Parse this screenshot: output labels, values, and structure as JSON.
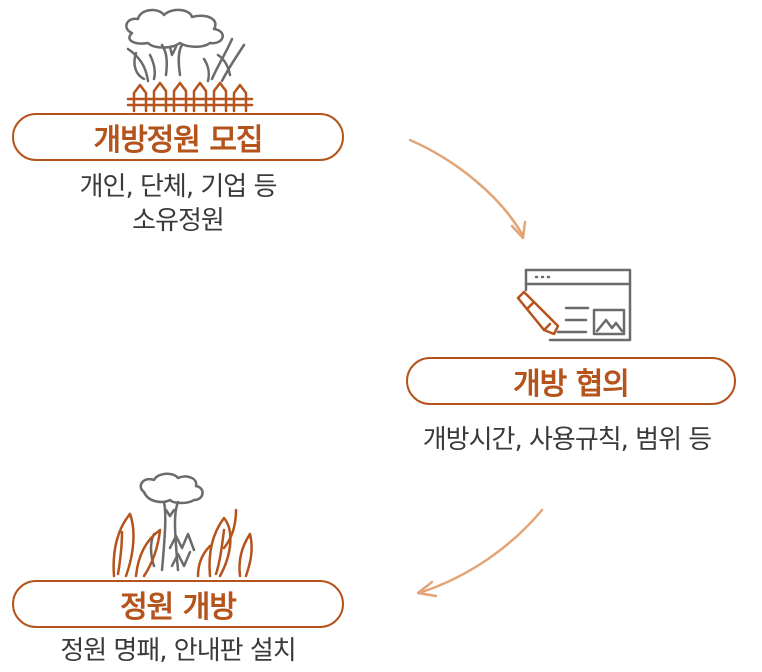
{
  "steps": [
    {
      "title": "개방정원 모집",
      "lines": [
        "개인, 단체, 기업 등",
        "소유정원"
      ],
      "icon": "garden-fence-icon"
    },
    {
      "title": "개방 협의",
      "lines": [
        "개방시간, 사용규칙, 범위 등"
      ],
      "icon": "browser-document-pen-icon"
    },
    {
      "title": "정원 개방",
      "lines": [
        "정원 명패, 안내판 설치"
      ],
      "icon": "open-garden-icon"
    }
  ],
  "colors": {
    "accent": "#b4541c",
    "arrow": "#e3a477",
    "line_icon": "#6b6b6b",
    "text": "#3a3a3a"
  }
}
